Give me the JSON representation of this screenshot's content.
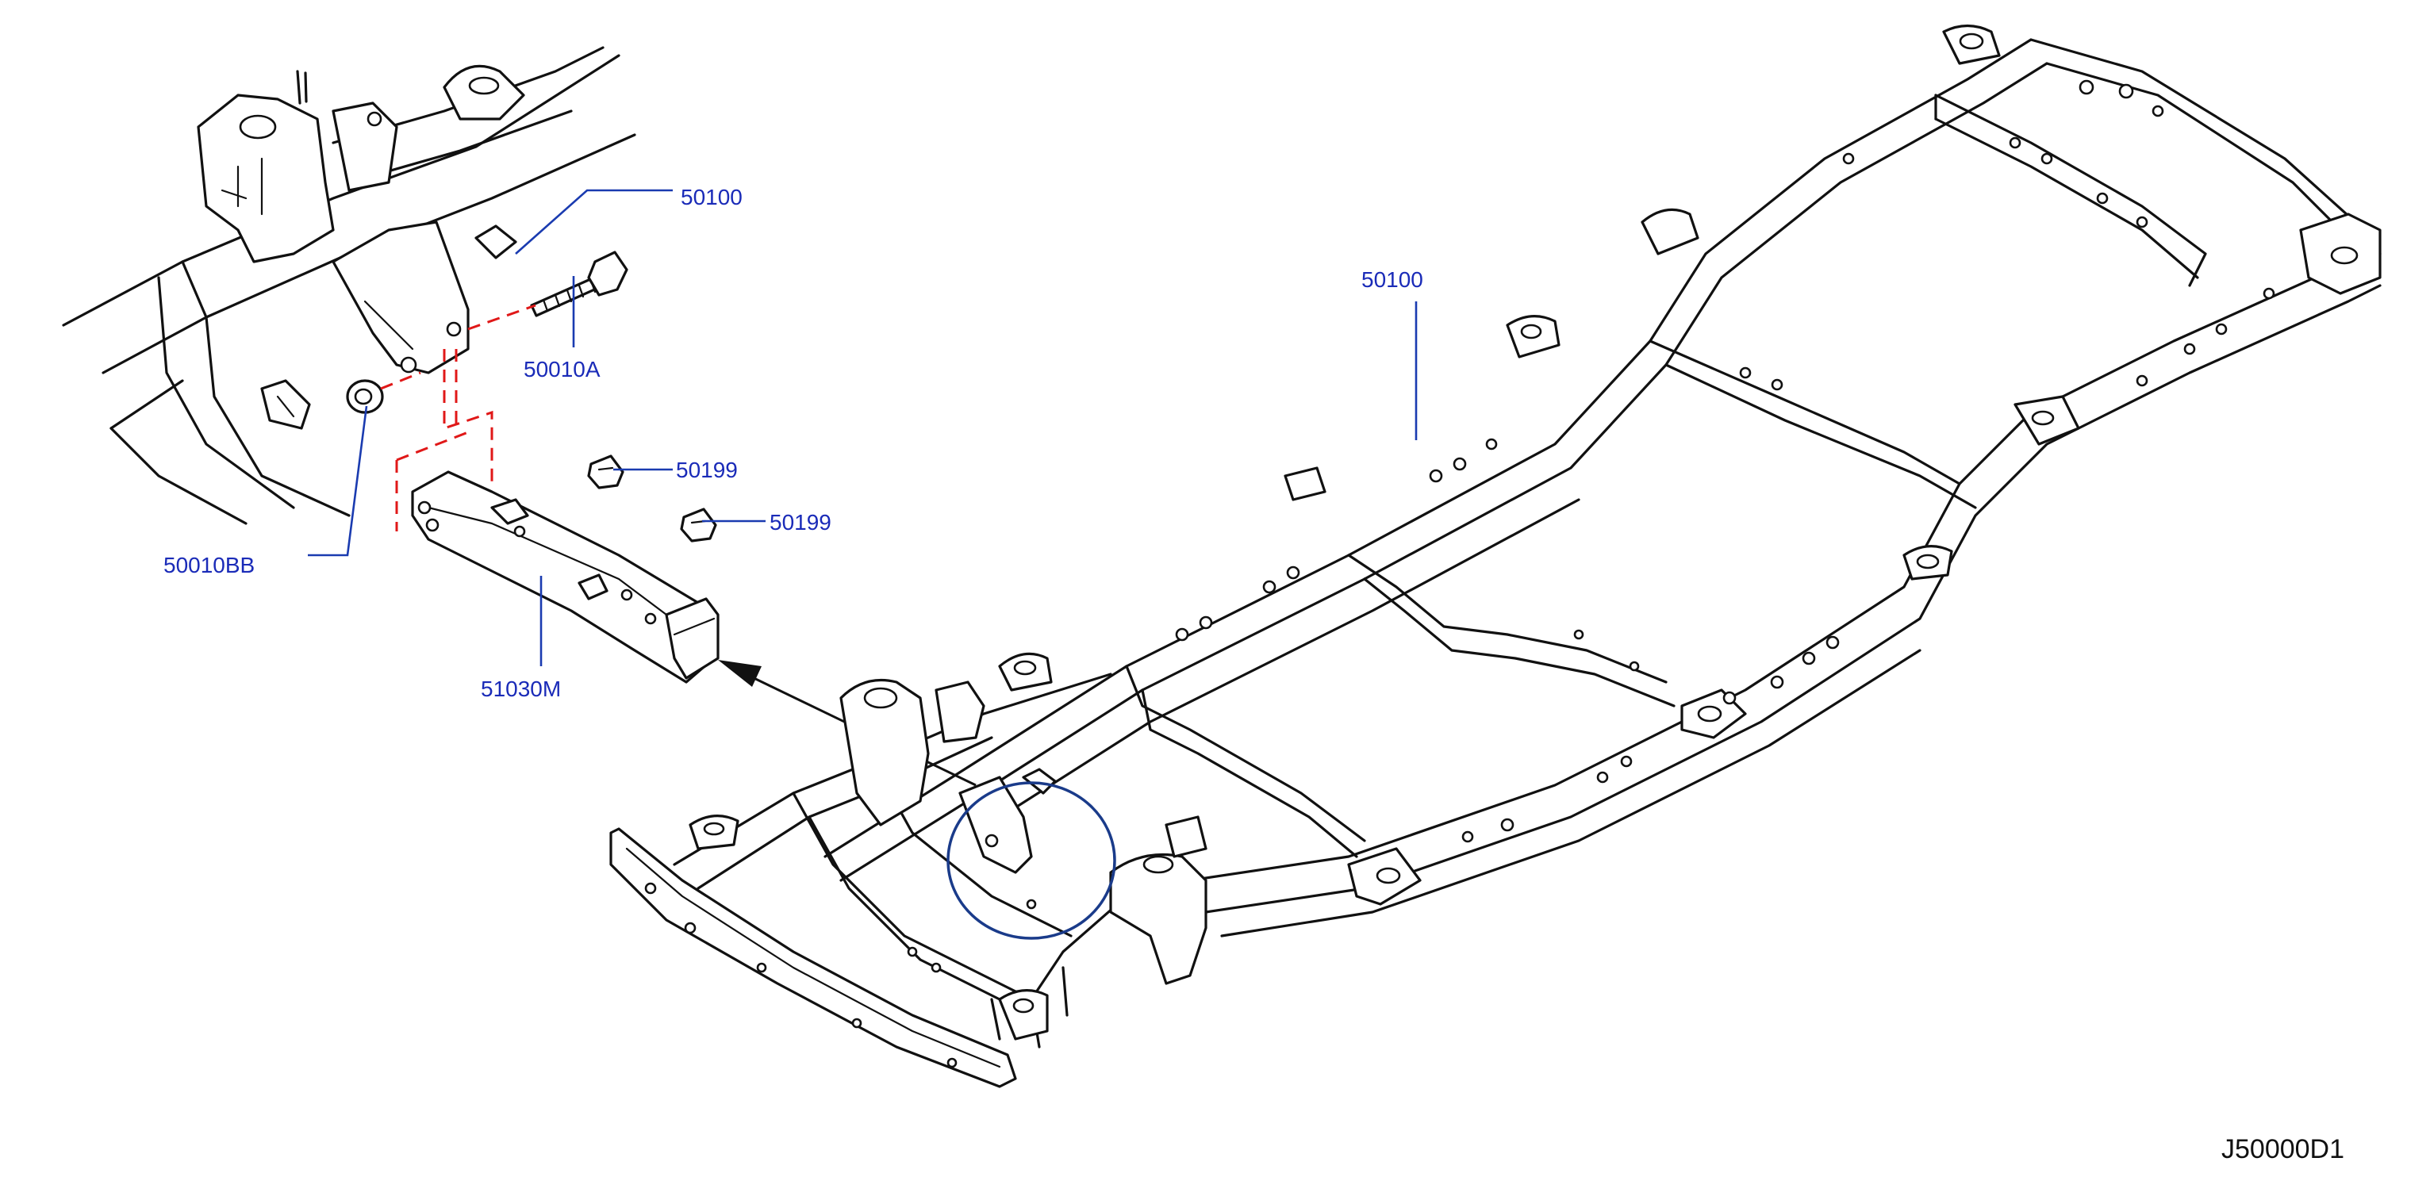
{
  "diagram_code": "J50000D1",
  "callouts": {
    "frame_detail": "50100",
    "frame_main": "50100",
    "bolt": "50010A",
    "nut": "50010BB",
    "clip_upper": "50199",
    "clip_lower": "50199",
    "crossmember": "51030M"
  },
  "colors": {
    "callout_text": "#1a2bb8",
    "leader_line": "#1a3bb0",
    "dashed_guide": "#e01818",
    "detail_ring": "#1a3b8a"
  }
}
